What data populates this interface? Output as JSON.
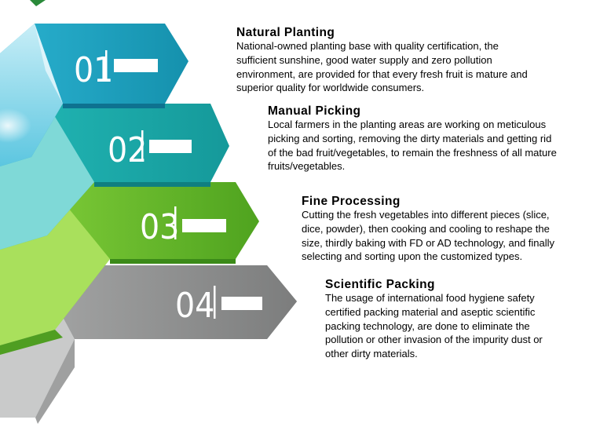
{
  "steps": [
    {
      "number": "01",
      "title": "Natural Planting",
      "lines": [
        "National-owned planting base with quality certification, the",
        "sufficient sunshine, good water supply and zero pollution",
        "environment, are provided for that every fresh fruit is mature and",
        "superior quality for worldwide consumers."
      ],
      "color": "#1e9bb5"
    },
    {
      "number": "02",
      "title": "Manual Picking",
      "lines": [
        "Local farmers in the planting areas are working on meticulous",
        "picking and sorting, removing the dirty materials and getting rid",
        "of the bad fruit/vegetables, to remain the freshness of all mature",
        "fruits/vegetables."
      ],
      "color": "#19a8a4"
    },
    {
      "number": "03",
      "title": "Fine Processing",
      "lines": [
        "Cutting the fresh vegetables into different pieces (slice,",
        "dice, powder), then cooking and cooling to reshape the",
        "size, thirdly baking with FD or AD technology, and finally",
        "selecting and sorting upon the customized types."
      ],
      "color": "#6cc02e"
    },
    {
      "number": "04",
      "title": "Scientific Packing",
      "lines": [
        "The usage of international food hygiene safety",
        "certified packing material and aseptic scientific",
        "packing technology, are done to eliminate the",
        "pollution or other invasion of the impurity dust or",
        "other dirty materials."
      ],
      "color": "#8f9090"
    }
  ]
}
